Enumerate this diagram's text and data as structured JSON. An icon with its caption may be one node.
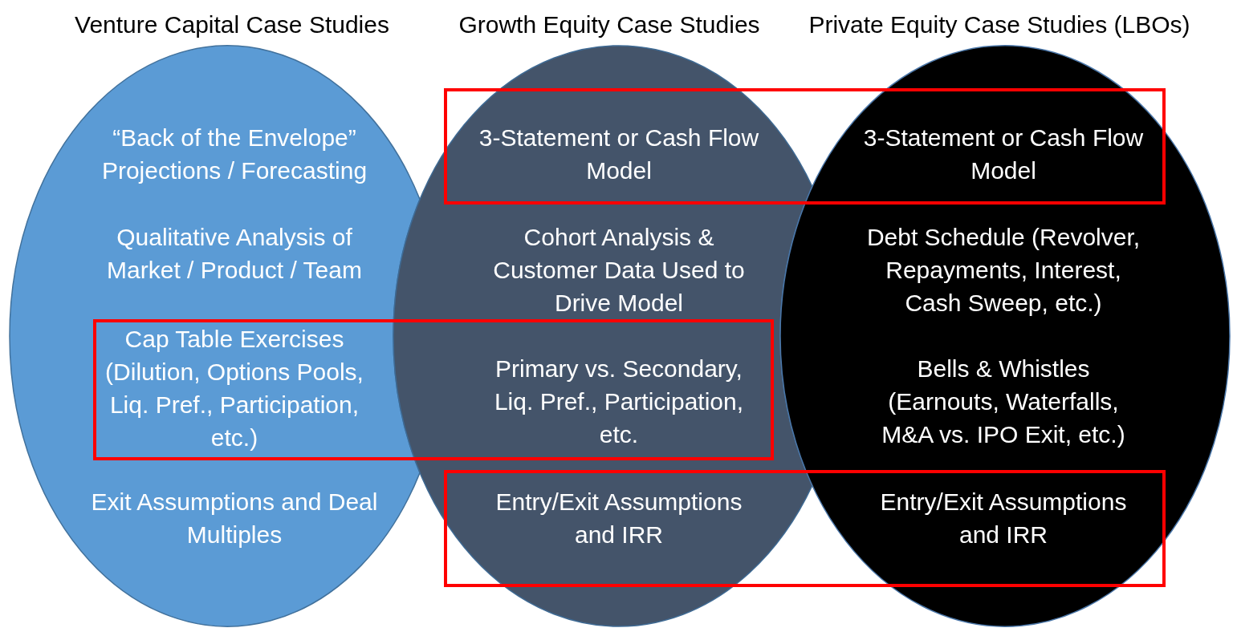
{
  "diagram": {
    "nodes": [
      {
        "text": [
          "Venture Capital Case Studies",
          "“Back of the Envelope” Projections / Forecasting",
          "Qualitative Analysis of Market / Product / Team",
          "Exit Assumptions and Deal Multiples"
        ]
      },
      {
        "text": [
          "Growth Equity Case Studies",
          "Cohort Analysis & Customer Data Used to Drive Model"
        ]
      },
      {
        "text": [
          "Private Equity Case Studies (LBOs)",
          "Debt Schedule (Revolver, Repayments, Interest, Cash Sweep, etc.)",
          "Bells & Whistles (Earnouts, Waterfalls, M&A vs. IPO Exit, etc.)"
        ]
      },
      {
        "text": [
          "3-Statement or Cash Flow Model",
          "3-Statement or Cash Flow Model"
        ]
      },
      {
        "text": [
          "Cap Table Exercises (Dilution, Options Pools, Liq. Pref., Participation, etc.)",
          "Primary vs. Secondary, Liq. Pref., Participation, etc."
        ]
      },
      {
        "text": [
          "Entry/Exit Assumptions and IRR",
          "Entry/Exit Assumptions and IRR"
        ]
      }
    ]
  }
}
